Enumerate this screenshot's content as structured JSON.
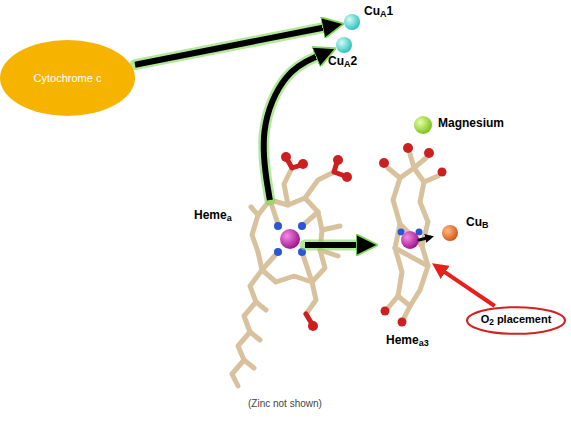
{
  "diagram": {
    "nodes": [
      {
        "text": [
          "Cytochrome c"
        ]
      },
      {
        "text": [
          "CuA1"
        ]
      },
      {
        "text": [
          "CuA2"
        ]
      },
      {
        "text": [
          "Hemea"
        ]
      },
      {
        "text": [
          "Hemea3"
        ]
      },
      {
        "text": [
          "Magnesium"
        ]
      },
      {
        "text": [
          "CuB"
        ]
      },
      {
        "text": [
          "O2 placement"
        ]
      }
    ],
    "edges": [
      {
        "from": 0,
        "to": 1,
        "arrow": "to"
      },
      {
        "from": 3,
        "to": 2,
        "arrow": "to"
      },
      {
        "from": 3,
        "to": 4,
        "arrow": "to"
      },
      {
        "from": 7,
        "to": 4,
        "arrow": "to"
      }
    ],
    "labels": [
      "(Zinc not shown)"
    ]
  }
}
